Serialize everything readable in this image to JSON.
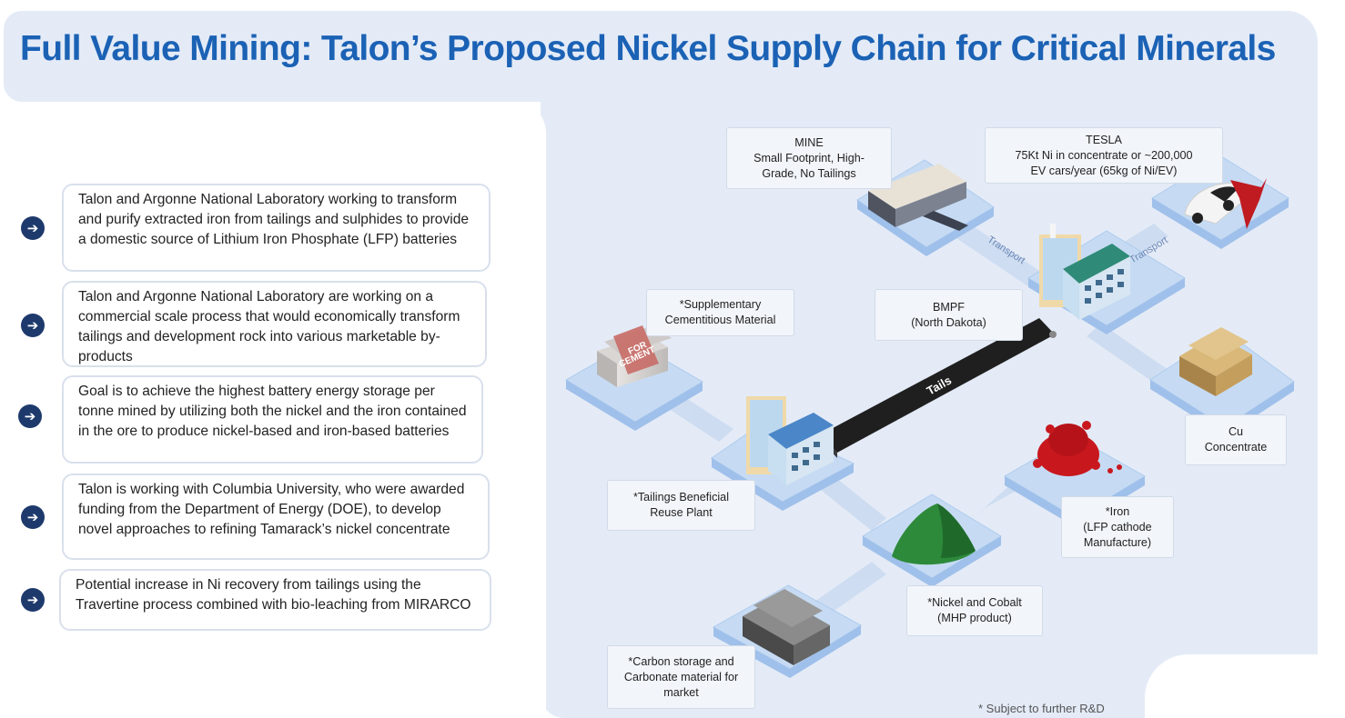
{
  "title": "Full Value Mining: Talon’s Proposed Nickel Supply Chain for Critical Minerals",
  "bullets": [
    "Talon and Argonne National Laboratory working to transform and purify extracted iron from tailings and sulphides to provide a domestic source of Lithium Iron Phosphate (LFP) batteries",
    "Talon and Argonne National Laboratory are working on a commercial scale process that would economically transform tailings and development rock into various marketable by-products",
    "Goal is to achieve the highest battery energy storage per tonne mined by utilizing both the nickel and the iron contained in the ore to produce nickel-based and iron-based batteries",
    "Talon is working with Columbia University, who were awarded funding from the Department of Energy (DOE), to develop novel approaches to refining Tamarack’s nickel concentrate",
    "Potential increase in Ni recovery from tailings using the Travertine process combined with bio-leaching from MIRARCO"
  ],
  "labels": {
    "mine": "MINE\nSmall Footprint, High-\nGrade, No Tailings",
    "tesla": "TESLA\n75Kt Ni in concentrate or ~200,000\nEV cars/year (65kg of Ni/EV)",
    "scm": "*Supplementary\nCementitious Material",
    "bmpf": "BMPF\n(North Dakota)",
    "cu": "Cu\nConcentrate",
    "tailings_plant": "*Tailings Beneficial\nReuse Plant",
    "iron": "*Iron\n(LFP cathode\nManufacture)",
    "nickel_cobalt": "*Nickel and Cobalt\n(MHP product)",
    "carbon": "*Carbon storage and\nCarbonate material for\nmarket"
  },
  "path_labels": {
    "transport_left": "Transport",
    "transport_right": "Transport",
    "tails": "Tails"
  },
  "bag_text": {
    "line1": "FOR",
    "line2": "CEMENT"
  },
  "footnote": "* Subject to further R&D",
  "colors": {
    "title": "#1b62b5",
    "panel": "#e4ebf7",
    "arrow": "#1e3a6c",
    "platform": "#c8dcf3",
    "iron": "#c8181e",
    "nickel": "#2d8a3b",
    "copper": "#c9a35c"
  },
  "icons": [
    "arrow-right-icon"
  ]
}
